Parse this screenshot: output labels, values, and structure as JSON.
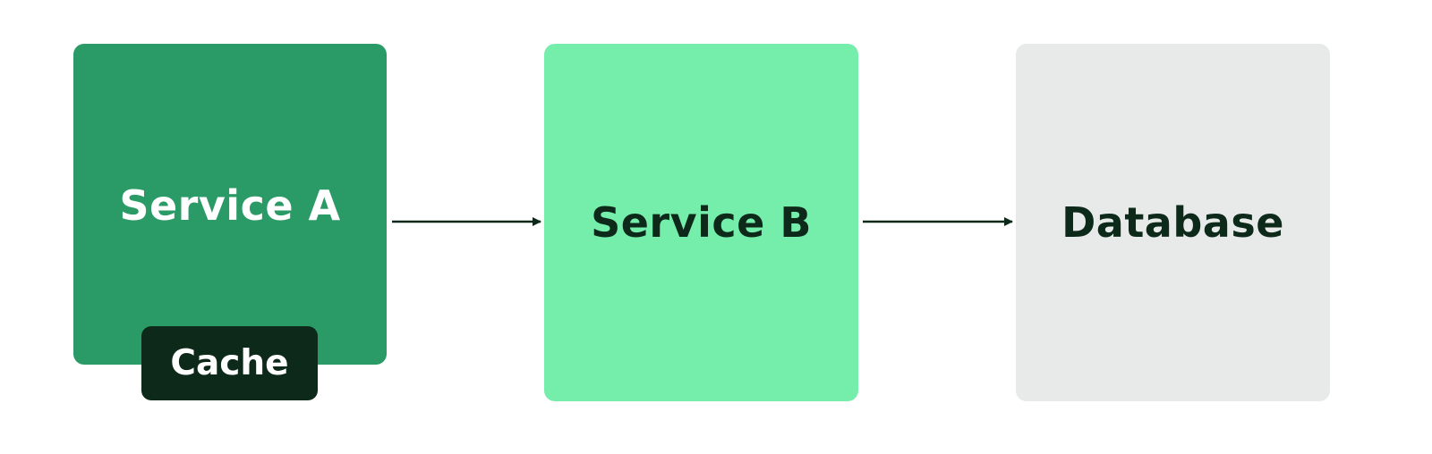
{
  "nodes": {
    "service_a": {
      "label": "Service A",
      "color": "#2a9b66"
    },
    "service_b": {
      "label": "Service B",
      "color": "#76eeab"
    },
    "database": {
      "label": "Database",
      "color": "#e8eae9"
    }
  },
  "cache": {
    "label": "Cache",
    "color": "#0c2919"
  },
  "edges": [
    {
      "from": "service_a",
      "to": "service_b"
    },
    {
      "from": "service_b",
      "to": "database"
    }
  ],
  "colors": {
    "arrow": "#0c2919",
    "background": "#ffffff"
  }
}
